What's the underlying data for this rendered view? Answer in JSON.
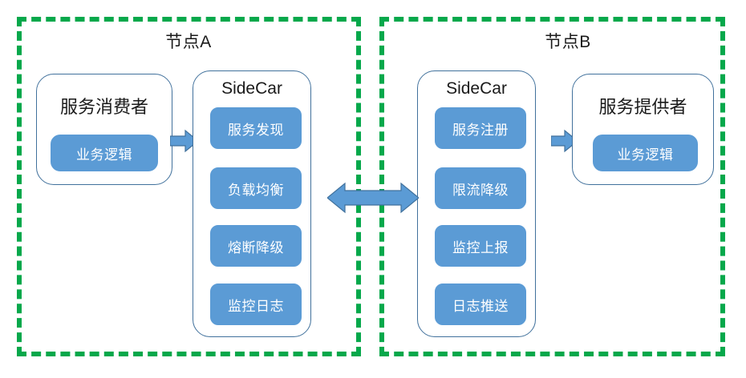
{
  "diagram": {
    "title_hidden": "",
    "colors": {
      "node_border": "#06A84B",
      "card_border": "#41719C",
      "block_fill": "#5B9BD5",
      "arrow_fill": "#5B9BD5",
      "arrow_stroke": "#41719C",
      "text": "#1a1a1a",
      "block_text": "#ffffff",
      "background": "#ffffff"
    }
  },
  "nodes": [
    {
      "id": "node-a",
      "label": "节点A",
      "app": {
        "title": "服务消费者",
        "block": "业务逻辑"
      },
      "sidecar": {
        "title": "SideCar",
        "blocks": [
          "服务发现",
          "负载均衡",
          "熔断降级",
          "监控日志"
        ]
      }
    },
    {
      "id": "node-b",
      "label": "节点B",
      "app": {
        "title": "服务提供者",
        "block": "业务逻辑"
      },
      "sidecar": {
        "title": "SideCar",
        "blocks": [
          "服务注册",
          "限流降级",
          "监控上报",
          "日志推送"
        ]
      }
    }
  ],
  "arrows": [
    {
      "id": "consumer-to-sidecar-a",
      "direction": "right",
      "from": "服务消费者",
      "to": "SideCar"
    },
    {
      "id": "sidecar-a-to-sidecar-b",
      "direction": "both",
      "from": "SideCar",
      "to": "SideCar"
    },
    {
      "id": "sidecar-b-to-provider",
      "direction": "right",
      "from": "SideCar",
      "to": "服务提供者"
    }
  ]
}
